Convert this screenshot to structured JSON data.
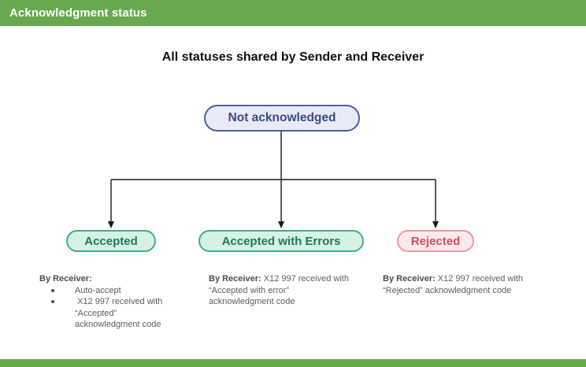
{
  "header": {
    "title": "Acknowledgment status"
  },
  "main": {
    "title": "All statuses shared by Sender and Receiver"
  },
  "diagram": {
    "root": {
      "label": "Not acknowledged"
    },
    "children": [
      {
        "id": "accepted",
        "label": "Accepted"
      },
      {
        "id": "accepted_with_errors",
        "label": "Accepted with Errors"
      },
      {
        "id": "rejected",
        "label": "Rejected"
      }
    ]
  },
  "notes": {
    "accepted": {
      "lead": "By Receiver:",
      "bullets": [
        "Auto-accept",
        " X12 997 received with “Accepted” acknowledgment code"
      ]
    },
    "accepted_with_errors": {
      "lead": "By Receiver:",
      "text": "X12 997 received with “Accepted with error” acknowledgment code"
    },
    "rejected": {
      "lead": "By Receiver:",
      "text": "X12 997 received with “Rejected” acknowledgment code"
    }
  },
  "colors": {
    "header_green": "#67a850",
    "root_fill": "#e8ebf5",
    "root_border": "#4d5f9d",
    "root_text": "#3c4a87",
    "ok_fill": "#d5f2e3",
    "ok_border": "#3fae88",
    "ok_text": "#1f7a56",
    "bad_fill": "#fce9ec",
    "bad_border": "#ef97a3",
    "bad_text": "#d64c61",
    "body_text": "#5e5e5e",
    "line_color": "#1a1a1a"
  }
}
